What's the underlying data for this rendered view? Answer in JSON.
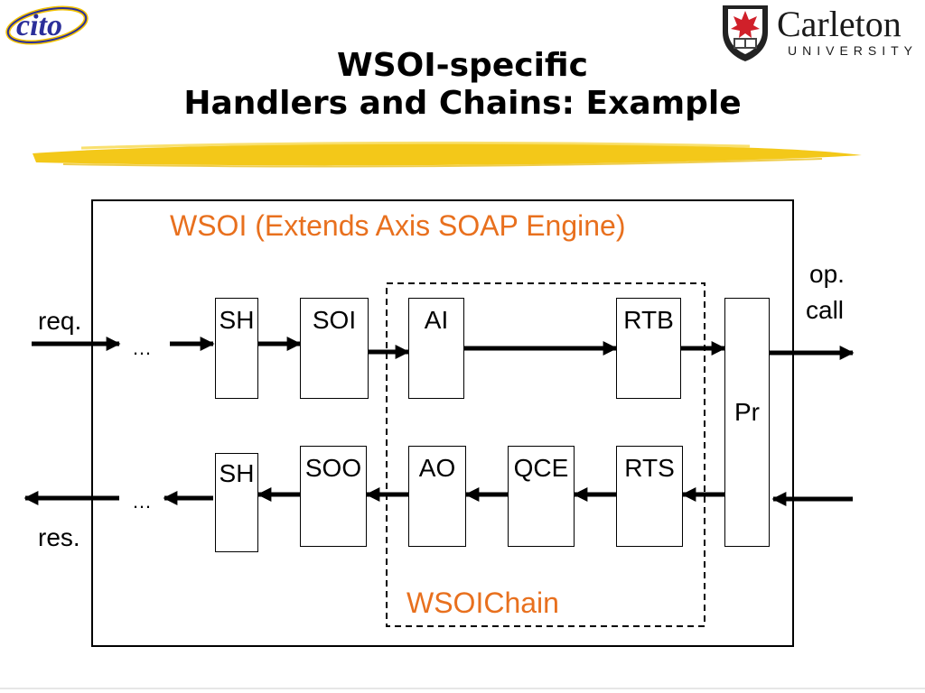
{
  "header": {
    "logo_left_text": "cito",
    "logo_right_name": "Carleton",
    "logo_right_sub": "UNIVERSITY"
  },
  "title": {
    "line1": "WSOI-specific",
    "line2": "Handlers and Chains: Example"
  },
  "diagram": {
    "outer_label": "WSOI (Extends Axis SOAP Engine)",
    "chain_label": "WSOIChain",
    "req_label": "req.",
    "res_label": "res.",
    "op_call_line1": "op.",
    "op_call_line2": "call",
    "ellipsis_top": "…",
    "ellipsis_bottom": "…",
    "top_handlers": [
      "SH",
      "SOI",
      "AI",
      "RTB"
    ],
    "bottom_handlers": [
      "SH",
      "SOO",
      "AO",
      "QCE",
      "RTS"
    ],
    "pivot": "Pr"
  },
  "colors": {
    "accent": "#e8701e",
    "highlight": "#f2c200",
    "logo_blue": "#2b2f9a"
  }
}
